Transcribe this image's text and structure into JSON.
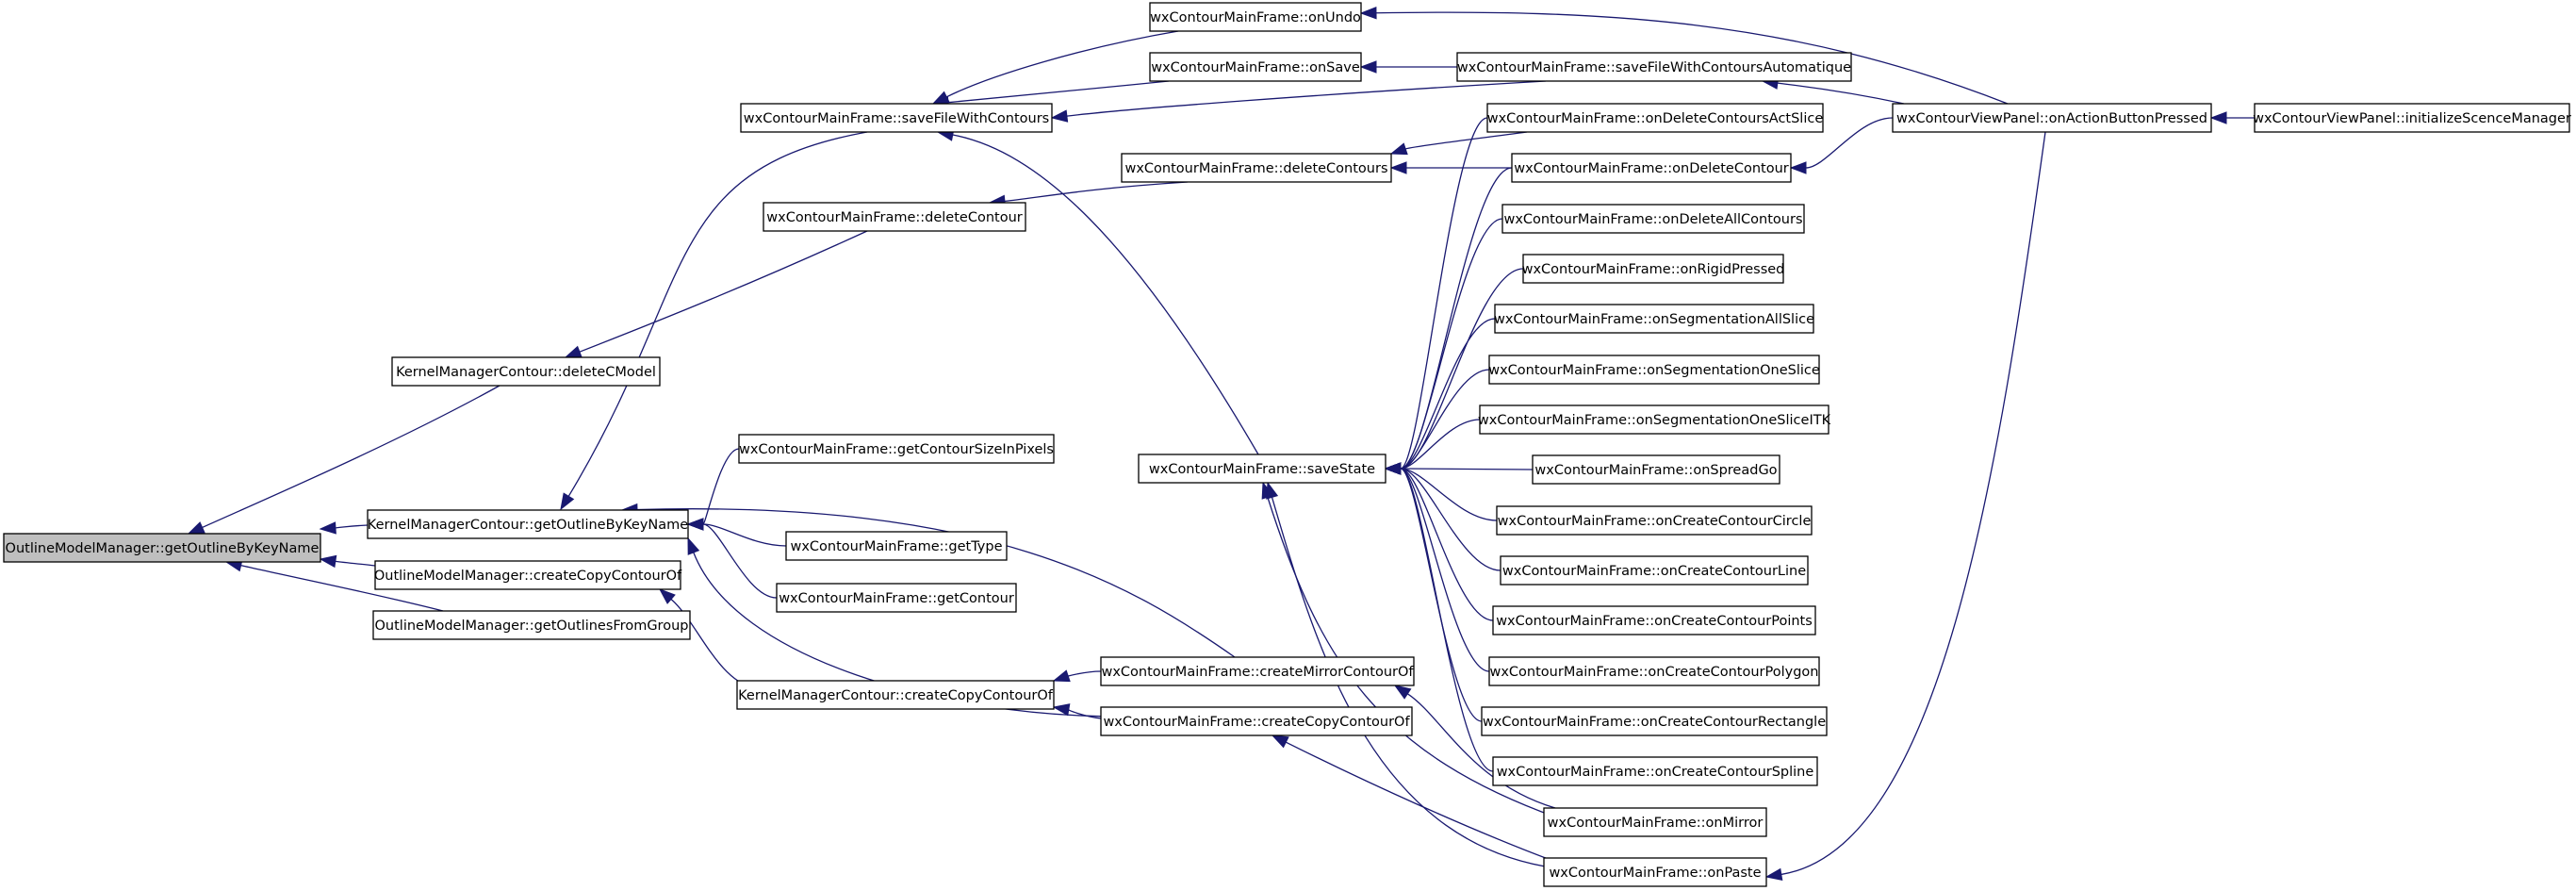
{
  "nodes": [
    {
      "id": "root",
      "label": "OutlineModelManager::getOutlineByKeyName",
      "root": true
    },
    {
      "id": "kmc_getOutline",
      "label": "KernelManagerContour::getOutlineByKeyName"
    },
    {
      "id": "omm_createCopy",
      "label": "OutlineModelManager::createCopyContourOf"
    },
    {
      "id": "omm_getOutlines",
      "label": "OutlineModelManager::getOutlinesFromGroup"
    },
    {
      "id": "kmc_deleteCModel",
      "label": "KernelManagerContour::deleteCModel"
    },
    {
      "id": "kmc_createCopy",
      "label": "KernelManagerContour::createCopyContourOf"
    },
    {
      "id": "mf_saveFile",
      "label": "wxContourMainFrame::saveFileWithContours"
    },
    {
      "id": "mf_deleteContour",
      "label": "wxContourMainFrame::deleteContour"
    },
    {
      "id": "mf_getSize",
      "label": "wxContourMainFrame::getContourSizeInPixels"
    },
    {
      "id": "mf_getType",
      "label": "wxContourMainFrame::getType"
    },
    {
      "id": "mf_getContour",
      "label": "wxContourMainFrame::getContour"
    },
    {
      "id": "mf_onUndo",
      "label": "wxContourMainFrame::onUndo"
    },
    {
      "id": "mf_onSave",
      "label": "wxContourMainFrame::onSave"
    },
    {
      "id": "mf_deleteContours",
      "label": "wxContourMainFrame::deleteContours"
    },
    {
      "id": "mf_saveState",
      "label": "wxContourMainFrame::saveState"
    },
    {
      "id": "mf_createMirror",
      "label": "wxContourMainFrame::createMirrorContourOf"
    },
    {
      "id": "mf_createCopy",
      "label": "wxContourMainFrame::createCopyContourOf"
    },
    {
      "id": "mf_saveAuto",
      "label": "wxContourMainFrame::saveFileWithContoursAutomatique"
    },
    {
      "id": "mf_onDelActSlice",
      "label": "wxContourMainFrame::onDeleteContoursActSlice"
    },
    {
      "id": "mf_onDelContour",
      "label": "wxContourMainFrame::onDeleteContour"
    },
    {
      "id": "mf_onDelAll",
      "label": "wxContourMainFrame::onDeleteAllContours"
    },
    {
      "id": "mf_onRigid",
      "label": "wxContourMainFrame::onRigidPressed"
    },
    {
      "id": "mf_onSegAll",
      "label": "wxContourMainFrame::onSegmentationAllSlice"
    },
    {
      "id": "mf_onSegOne",
      "label": "wxContourMainFrame::onSegmentationOneSlice"
    },
    {
      "id": "mf_onSegITK",
      "label": "wxContourMainFrame::onSegmentationOneSliceITK"
    },
    {
      "id": "mf_onSpread",
      "label": "wxContourMainFrame::onSpreadGo"
    },
    {
      "id": "mf_onCircle",
      "label": "wxContourMainFrame::onCreateContourCircle"
    },
    {
      "id": "mf_onLine",
      "label": "wxContourMainFrame::onCreateContourLine"
    },
    {
      "id": "mf_onPoints",
      "label": "wxContourMainFrame::onCreateContourPoints"
    },
    {
      "id": "mf_onPolygon",
      "label": "wxContourMainFrame::onCreateContourPolygon"
    },
    {
      "id": "mf_onRect",
      "label": "wxContourMainFrame::onCreateContourRectangle"
    },
    {
      "id": "mf_onSpline",
      "label": "wxContourMainFrame::onCreateContourSpline"
    },
    {
      "id": "mf_onMirror",
      "label": "wxContourMainFrame::onMirror"
    },
    {
      "id": "mf_onPaste",
      "label": "wxContourMainFrame::onPaste"
    },
    {
      "id": "vp_onAction",
      "label": "wxContourViewPanel::onActionButtonPressed"
    },
    {
      "id": "vp_init",
      "label": "wxContourViewPanel::initializeScenceManager"
    }
  ],
  "edges": [
    {
      "from": "kmc_getOutline",
      "to": "root"
    },
    {
      "from": "omm_createCopy",
      "to": "root"
    },
    {
      "from": "omm_getOutlines",
      "to": "root"
    },
    {
      "from": "kmc_deleteCModel",
      "to": "root"
    },
    {
      "from": "mf_deleteContour",
      "to": "kmc_deleteCModel"
    },
    {
      "from": "mf_deleteContours",
      "to": "mf_deleteContour"
    },
    {
      "from": "mf_onDelActSlice",
      "to": "mf_deleteContours"
    },
    {
      "from": "mf_onDelContour",
      "to": "mf_deleteContours"
    },
    {
      "from": "vp_onAction",
      "to": "mf_onDelContour"
    },
    {
      "from": "mf_saveFile",
      "to": "kmc_getOutline"
    },
    {
      "from": "mf_getSize",
      "to": "kmc_getOutline"
    },
    {
      "from": "mf_getType",
      "to": "kmc_getOutline"
    },
    {
      "from": "mf_getContour",
      "to": "kmc_getOutline"
    },
    {
      "from": "mf_createMirror",
      "to": "kmc_getOutline"
    },
    {
      "from": "mf_createCopy",
      "to": "kmc_getOutline"
    },
    {
      "from": "kmc_createCopy",
      "to": "omm_createCopy"
    },
    {
      "from": "mf_createMirror",
      "to": "kmc_createCopy"
    },
    {
      "from": "mf_createCopy",
      "to": "kmc_createCopy"
    },
    {
      "from": "mf_onUndo",
      "to": "mf_saveFile"
    },
    {
      "from": "mf_onSave",
      "to": "mf_saveFile"
    },
    {
      "from": "mf_saveAuto",
      "to": "mf_saveFile"
    },
    {
      "from": "mf_saveState",
      "to": "mf_saveFile"
    },
    {
      "from": "mf_saveAuto",
      "to": "mf_onSave"
    },
    {
      "from": "vp_onAction",
      "to": "mf_onUndo"
    },
    {
      "from": "vp_onAction",
      "to": "mf_saveAuto"
    },
    {
      "from": "vp_init",
      "to": "vp_onAction"
    },
    {
      "from": "mf_onPaste",
      "to": "vp_onAction"
    },
    {
      "from": "mf_onDelActSlice",
      "to": "mf_saveState"
    },
    {
      "from": "mf_onDelContour",
      "to": "mf_saveState"
    },
    {
      "from": "mf_onDelAll",
      "to": "mf_saveState"
    },
    {
      "from": "mf_onRigid",
      "to": "mf_saveState"
    },
    {
      "from": "mf_onSegAll",
      "to": "mf_saveState"
    },
    {
      "from": "mf_onSegOne",
      "to": "mf_saveState"
    },
    {
      "from": "mf_onSegITK",
      "to": "mf_saveState"
    },
    {
      "from": "mf_onSpread",
      "to": "mf_saveState"
    },
    {
      "from": "mf_onCircle",
      "to": "mf_saveState"
    },
    {
      "from": "mf_onLine",
      "to": "mf_saveState"
    },
    {
      "from": "mf_onPoints",
      "to": "mf_saveState"
    },
    {
      "from": "mf_onPolygon",
      "to": "mf_saveState"
    },
    {
      "from": "mf_onRect",
      "to": "mf_saveState"
    },
    {
      "from": "mf_onSpline",
      "to": "mf_saveState"
    },
    {
      "from": "mf_onMirror",
      "to": "mf_saveState"
    },
    {
      "from": "mf_onPaste",
      "to": "mf_saveState"
    },
    {
      "from": "mf_onMirror",
      "to": "mf_createMirror"
    },
    {
      "from": "mf_onPaste",
      "to": "mf_createCopy"
    }
  ]
}
